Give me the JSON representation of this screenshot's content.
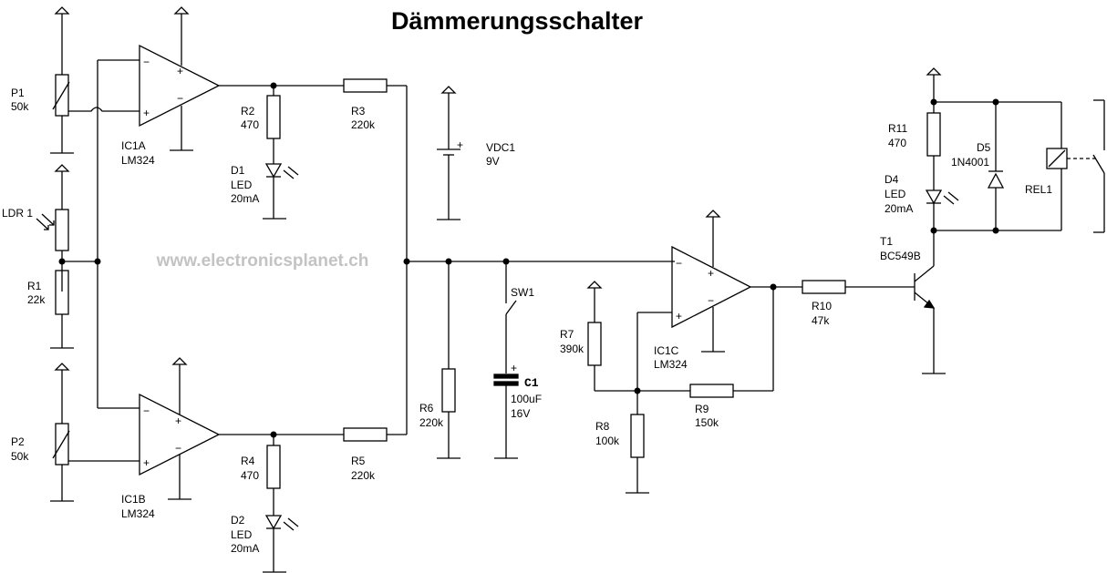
{
  "title": "Dämmerungsschalter",
  "watermark": "www.electronicsplanet.ch",
  "components": {
    "P1": {
      "ref": "P1",
      "value": "50k"
    },
    "P2": {
      "ref": "P2",
      "value": "50k"
    },
    "LDR1": {
      "ref": "LDR 1"
    },
    "R1": {
      "ref": "R1",
      "value": "22k"
    },
    "IC1A": {
      "ref": "IC1A",
      "value": "LM324"
    },
    "IC1B": {
      "ref": "IC1B",
      "value": "LM324"
    },
    "IC1C": {
      "ref": "IC1C",
      "value": "LM324"
    },
    "R2": {
      "ref": "R2",
      "value": "470"
    },
    "R4": {
      "ref": "R4",
      "value": "470"
    },
    "D1": {
      "ref": "D1",
      "type": "LED",
      "value": "20mA"
    },
    "D2": {
      "ref": "D2",
      "type": "LED",
      "value": "20mA"
    },
    "R3": {
      "ref": "R3",
      "value": "220k"
    },
    "R5": {
      "ref": "R5",
      "value": "220k"
    },
    "VDC1": {
      "ref": "VDC1",
      "value": "9V"
    },
    "R6": {
      "ref": "R6",
      "value": "220k"
    },
    "SW1": {
      "ref": "SW1"
    },
    "C1": {
      "ref": "C1",
      "value": "100uF",
      "voltage": "16V"
    },
    "R7": {
      "ref": "R7",
      "value": "390k"
    },
    "R8": {
      "ref": "R8",
      "value": "100k"
    },
    "R9": {
      "ref": "R9",
      "value": "150k"
    },
    "R10": {
      "ref": "R10",
      "value": "47k"
    },
    "R11": {
      "ref": "R11",
      "value": "470"
    },
    "D4": {
      "ref": "D4",
      "type": "LED",
      "value": "20mA"
    },
    "D5": {
      "ref": "D5",
      "value": "1N4001"
    },
    "T1": {
      "ref": "T1",
      "value": "BC549B"
    },
    "REL1": {
      "ref": "REL1"
    }
  },
  "symbols": {
    "plus": "+",
    "minus": "−"
  }
}
